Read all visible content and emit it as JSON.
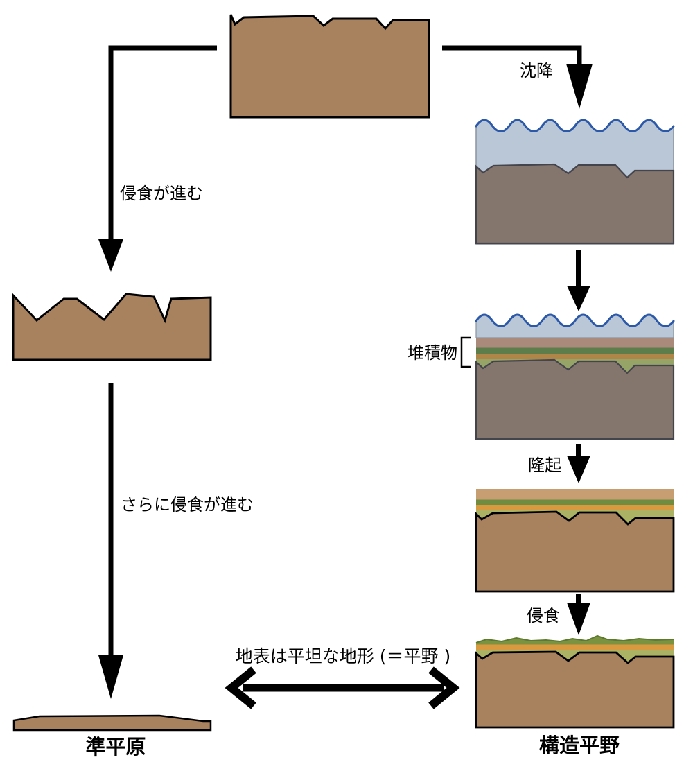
{
  "diagram": {
    "labels": {
      "subsidence": "沈降",
      "erosion_progresses": "侵食が進む",
      "further_erosion": "さらに侵食が進む",
      "sediments": "堆積物",
      "uplift": "隆起",
      "erosion": "侵食",
      "flat_terrain": "地表は平坦な地形 (＝平野 )",
      "peneplain": "準平原",
      "structural_plain": "構造平野"
    },
    "colors": {
      "land": "#a8815e",
      "submerged_land": "#84756d",
      "water": "#b9c7d7",
      "wave": "#2b58a8",
      "wet_layer_salmon": "#a98a7b",
      "wet_layer_green": "#5d7d4b",
      "wet_layer_orange": "#b08548",
      "wet_layer_lightgreen": "#97a468",
      "dry_layer_tan": "#c79e72",
      "dry_layer_green": "#6f8c41",
      "dry_layer_orange": "#d9993f",
      "dry_layer_lightgreen": "#abb264",
      "grass": "#7b9340",
      "grass_edge": "#5c7a2e",
      "arrow": "#000000",
      "background": "#ffffff"
    }
  }
}
